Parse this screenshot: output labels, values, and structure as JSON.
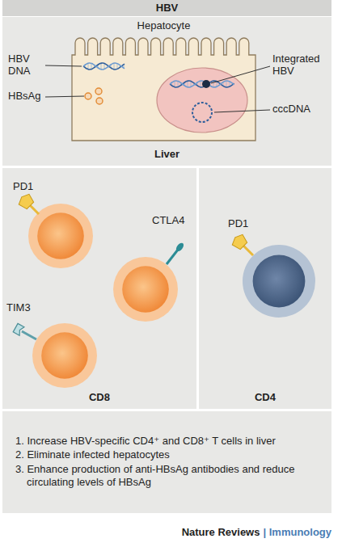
{
  "diagram": {
    "nodes": [
      {
        "text": [
          "HBV"
        ]
      },
      {
        "text": [
          "Liver"
        ]
      },
      {
        "text": [
          "Hepatocyte"
        ],
        "in": 1
      },
      {
        "text": [
          "CD8"
        ]
      },
      {
        "text": [
          "CD4"
        ]
      },
      {
        "text": [
          "1. Increase HBV-specific CD4⁺ and CD8⁺ T cells in liver",
          "2. Eliminate infected hepatocytes",
          "3. Enhance production of anti-HBsAg antibodies and reduce circulating levels of HBsAg"
        ]
      }
    ],
    "labels": [
      "HBV DNA",
      "HBsAg",
      "Integrated HBV",
      "cccDNA",
      "PD1",
      "CTLA4",
      "TIM3",
      "PD1",
      "Nature Reviews",
      "| Immunology"
    ]
  }
}
